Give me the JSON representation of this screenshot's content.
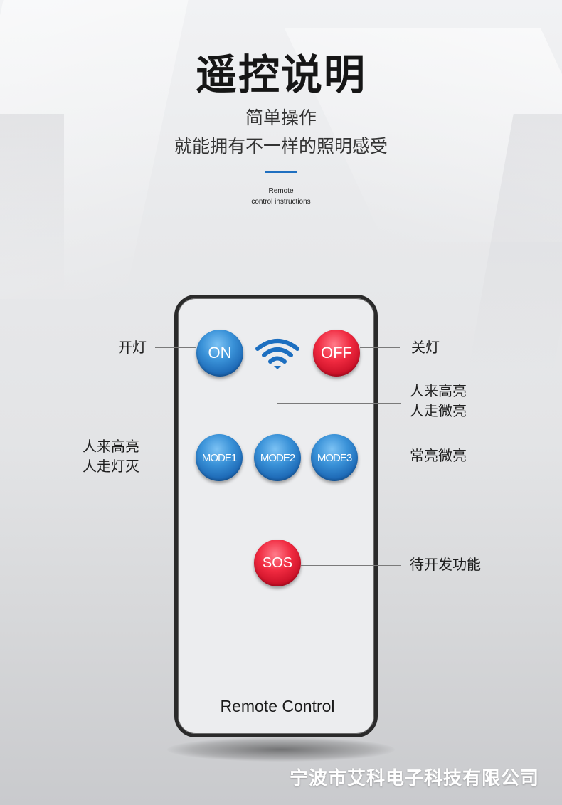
{
  "header": {
    "title": "遥控说明",
    "subtitle_line1": "简单操作",
    "subtitle_line2": "就能拥有不一样的照明感受",
    "en_line1": "Remote",
    "en_line2": "control instructions",
    "accent_color": "#1f6fc0"
  },
  "remote": {
    "on_label": "ON",
    "off_label": "OFF",
    "mode1_label": "MODE1",
    "mode2_label": "MODE2",
    "mode3_label": "MODE3",
    "sos_label": "SOS",
    "wifi_icon": "wifi-icon",
    "bottom_label": "Remote Control",
    "blue_color": "#1d69b6",
    "red_color": "#e0142c"
  },
  "callouts": {
    "on": "开灯",
    "off": "关灯",
    "mode1_line1": "人来高亮",
    "mode1_line2": "人走灯灭",
    "mode2_line1": "人来高亮",
    "mode2_line2": "人走微亮",
    "mode3": "常亮微亮",
    "sos": "待开发功能"
  },
  "footer": {
    "company": "宁波市艾科电子科技有限公司"
  }
}
